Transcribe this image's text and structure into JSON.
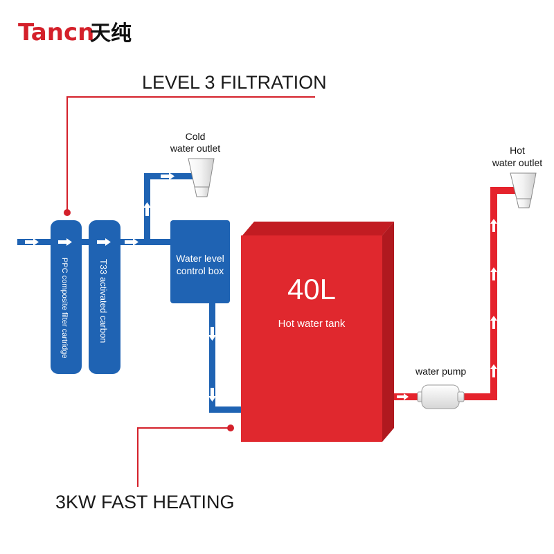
{
  "brand": {
    "name_latin": "Tancn",
    "name_cn": "天纯"
  },
  "callouts": {
    "top": "LEVEL 3 FILTRATION",
    "bottom": "3KW FAST HEATING"
  },
  "filters": [
    {
      "label": "PPC composite filter cartridge"
    },
    {
      "label": "T33 activated carbon"
    }
  ],
  "control_box": {
    "line1": "Water level",
    "line2": "control box"
  },
  "tank": {
    "capacity": "40L",
    "label": "Hot water tank"
  },
  "pump": {
    "label": "water pump"
  },
  "outlets": {
    "cold": {
      "line1": "Cold",
      "line2": "water outlet"
    },
    "hot": {
      "line1": "Hot",
      "line2": "water outlet"
    }
  },
  "colors": {
    "brand_red": "#d4202a",
    "pipe_blue": "#1f63b3",
    "pipe_red": "#e5232c",
    "tank_red": "#e0282e",
    "tank_side": "#b0191f"
  }
}
